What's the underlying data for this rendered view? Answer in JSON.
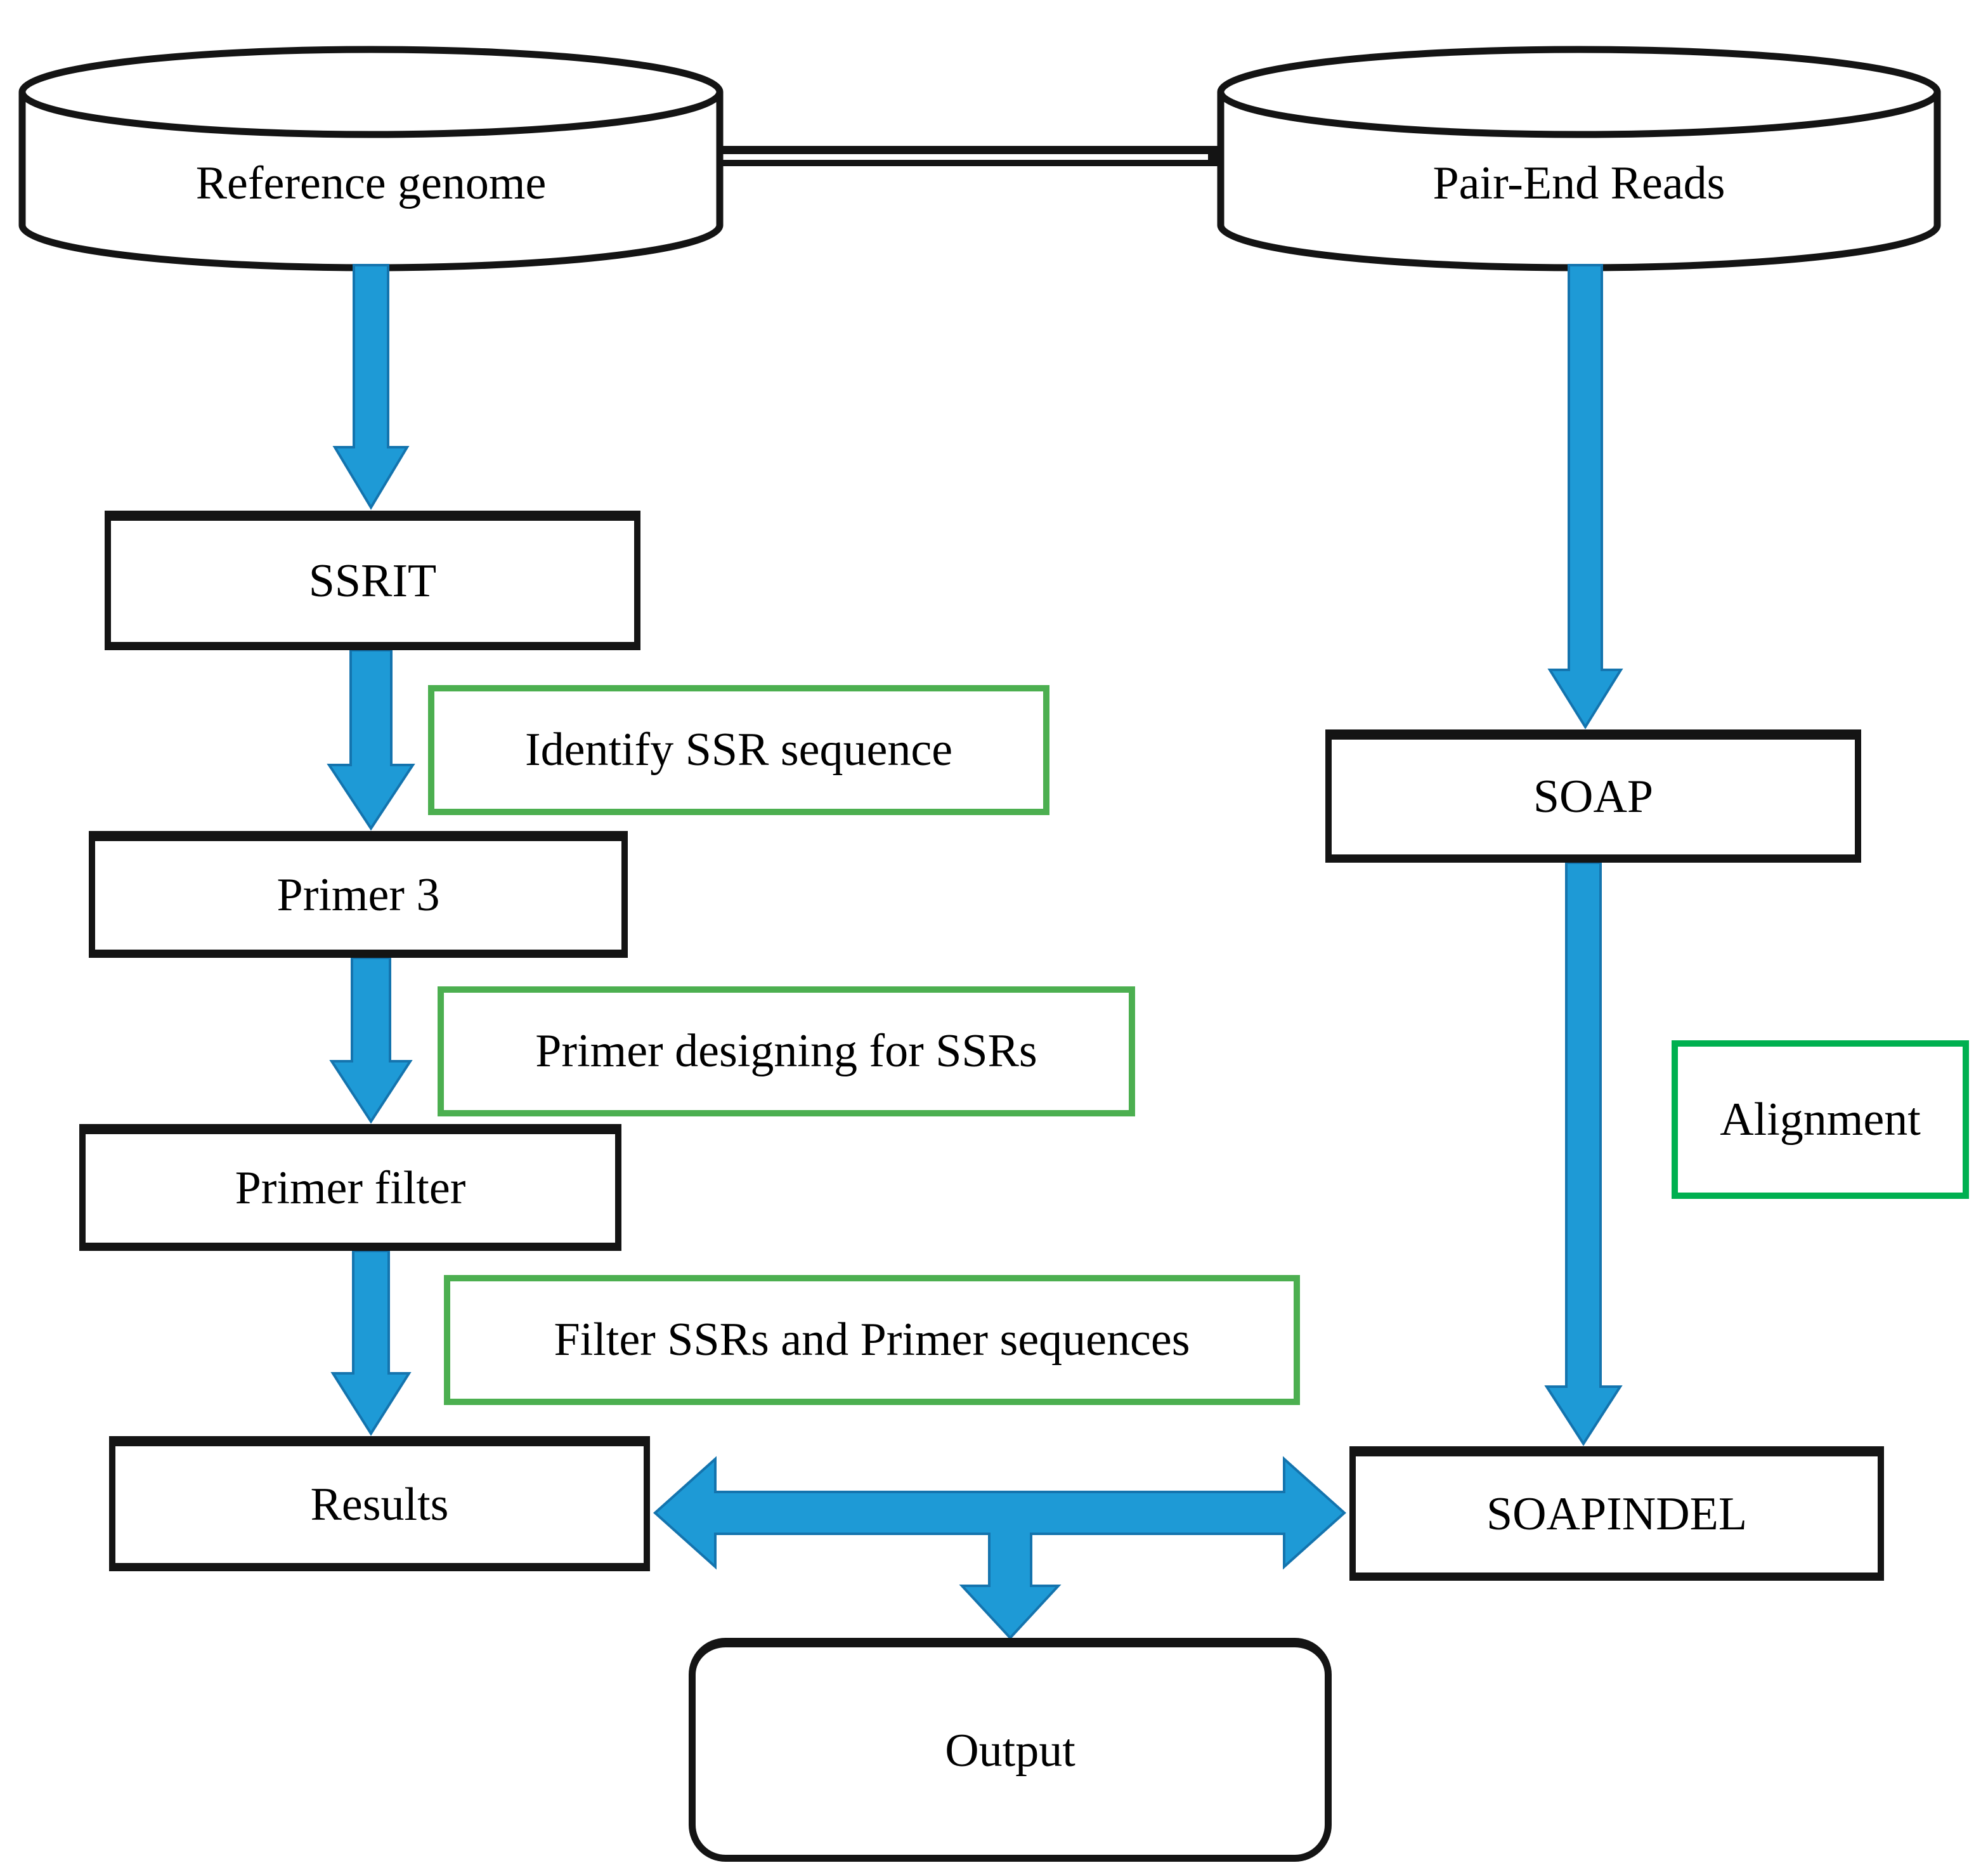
{
  "diagram": {
    "type": "flowchart",
    "background_color": "#ffffff",
    "nodes": {
      "reference_genome": {
        "label": "Reference genome",
        "shape": "cylinder"
      },
      "pair_end_reads": {
        "label": "Pair-End Reads",
        "shape": "cylinder"
      },
      "ssrit": {
        "label": "SSRIT",
        "shape": "rectangle"
      },
      "primer3": {
        "label": "Primer 3",
        "shape": "rectangle"
      },
      "primer_filter": {
        "label": "Primer filter",
        "shape": "rectangle"
      },
      "results": {
        "label": "Results",
        "shape": "rectangle"
      },
      "soap": {
        "label": "SOAP",
        "shape": "rectangle"
      },
      "soapindel": {
        "label": "SOAPINDEL",
        "shape": "rectangle"
      },
      "output": {
        "label": "Output",
        "shape": "rounded-rectangle"
      }
    },
    "annotations": {
      "identify_ssr": {
        "label": "Identify SSR sequence",
        "border_color": "#4CAF50"
      },
      "primer_designing": {
        "label": "Primer designing for SSRs",
        "border_color": "#4CAF50"
      },
      "filter_ssrs": {
        "label": "Filter SSRs and Primer sequences",
        "border_color": "#4CAF50"
      },
      "alignment": {
        "label": "Alignment",
        "border_color": "#00B050"
      }
    },
    "edges": [
      {
        "from": "reference_genome",
        "to": "pair_end_reads",
        "style": "double-line",
        "directed": false
      },
      {
        "from": "reference_genome",
        "to": "ssrit",
        "style": "blue-arrow",
        "directed": true
      },
      {
        "from": "ssrit",
        "to": "primer3",
        "style": "blue-arrow",
        "directed": true,
        "annotation": "Identify SSR sequence"
      },
      {
        "from": "primer3",
        "to": "primer_filter",
        "style": "blue-arrow",
        "directed": true,
        "annotation": "Primer designing for SSRs"
      },
      {
        "from": "primer_filter",
        "to": "results",
        "style": "blue-arrow",
        "directed": true,
        "annotation": "Filter SSRs and Primer sequences"
      },
      {
        "from": "pair_end_reads",
        "to": "soap",
        "style": "blue-arrow",
        "directed": true
      },
      {
        "from": "soap",
        "to": "soapindel",
        "style": "blue-arrow",
        "directed": true,
        "annotation": "Alignment"
      },
      {
        "from": "results",
        "to": "soapindel",
        "style": "blue-arrow",
        "directed": true,
        "bidirectional": true
      },
      {
        "from": "results-soapindel-junction",
        "to": "output",
        "style": "blue-arrow",
        "directed": true
      }
    ],
    "colors": {
      "arrow_fill": "#1E9AD6",
      "arrow_outline": "#1474AE",
      "node_border": "#141414",
      "annotation_green": "#4CAF50",
      "alignment_green": "#00B050",
      "text": "#000000",
      "background": "#ffffff"
    }
  }
}
